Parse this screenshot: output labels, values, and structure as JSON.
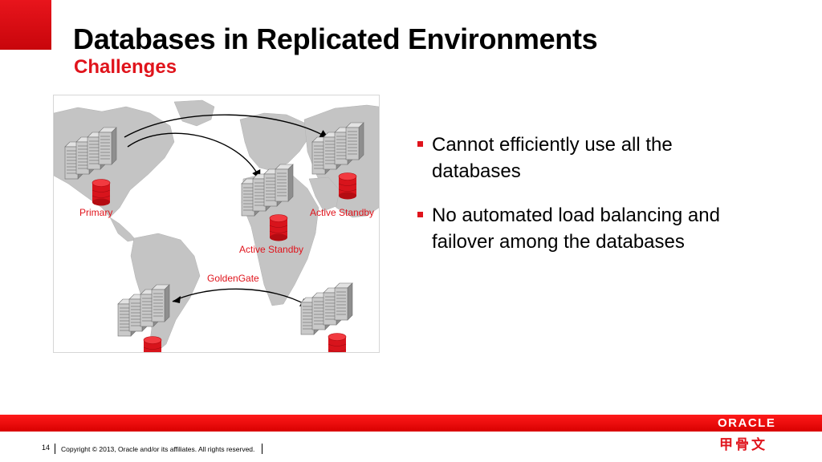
{
  "slide": {
    "title": "Databases in Replicated Environments",
    "subtitle": "Challenges"
  },
  "diagram": {
    "labels": {
      "primary": "Primary",
      "active_standby_right": "Active Standby",
      "active_standby_center": "Active Standby",
      "goldengate": "GoldenGate"
    }
  },
  "bullets": [
    {
      "text": "Cannot efficiently use all the databases"
    },
    {
      "text": "No automated load balancing and failover among the databases"
    }
  ],
  "footer": {
    "page_number": "14",
    "copyright": "Copyright © 2013, Oracle and/or its affiliates. All rights reserved.",
    "logo_text": "ORACLE",
    "logo_chinese": "甲骨文"
  },
  "colors": {
    "accent_red": "#e0141c",
    "footer_bar": "#e80000",
    "map_land": "#c4c4c4",
    "server_gray": "#9a9a9a",
    "db_red": "#d8141c"
  }
}
